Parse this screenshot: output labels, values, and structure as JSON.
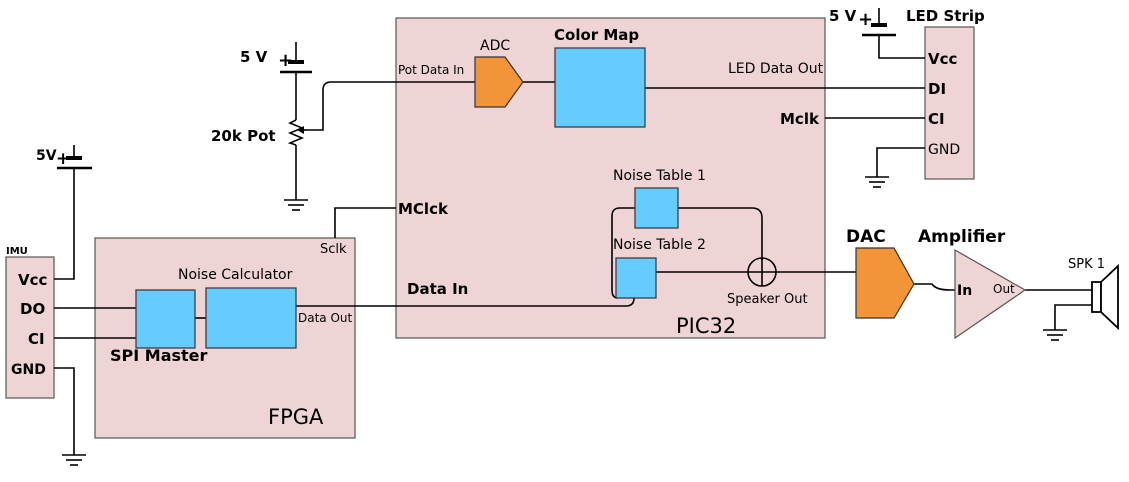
{
  "labels": {
    "five_v_top": "5 V",
    "five_v_pot": "5 V",
    "five_v_imu": "5V",
    "plus": "+",
    "pot": "20k Pot",
    "adc": "ADC",
    "color_map": "Color Map",
    "pot_data_in": "Pot Data In",
    "led_data_out": "LED Data Out",
    "mclk_right": "Mclk",
    "led_strip": "LED Strip",
    "vcc_led": "Vcc",
    "di": "DI",
    "ci_led": "CI",
    "gnd_led": "GND",
    "noise_table_1": "Noise Table 1",
    "noise_table_2": "Noise Table 2",
    "mclck": "MClck",
    "sclk": "Sclk",
    "data_in": "Data In",
    "speaker_out": "Speaker Out",
    "pic32": "PIC32",
    "dac": "DAC",
    "amplifier": "Amplifier",
    "amp_in": "In",
    "amp_out": "Out",
    "spk": "SPK 1",
    "imu": "IMU",
    "vcc_imu": "Vcc",
    "do": "DO",
    "ci_imu": "CI",
    "gnd_imu": "GND",
    "noise_calculator": "Noise Calculator",
    "data_out": "Data Out",
    "spi_master": "SPI Master",
    "fpga": "FPGA"
  },
  "colors": {
    "block_fill": "#eed4d4",
    "module_fill": "#66ccff",
    "converter_fill": "#f29438"
  }
}
